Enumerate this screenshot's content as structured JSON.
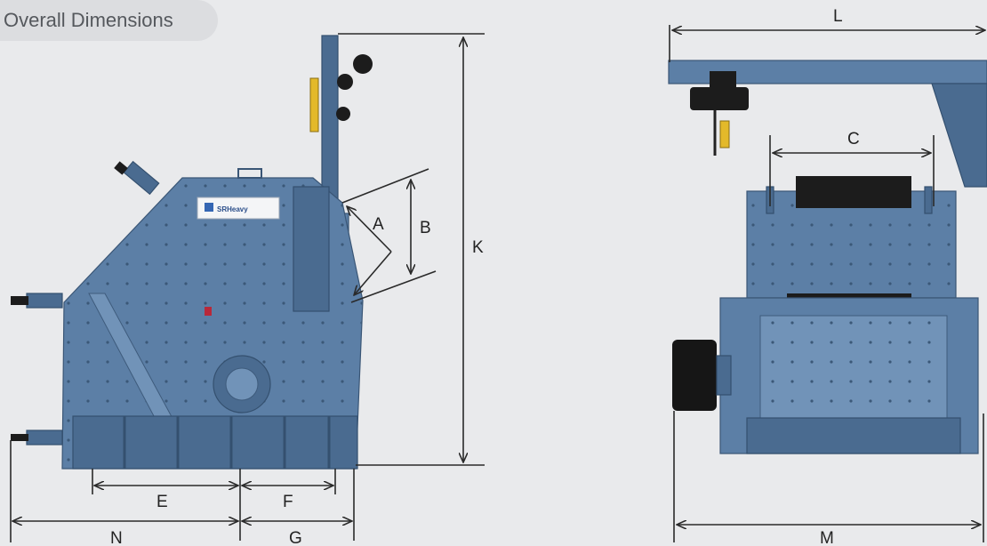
{
  "header": {
    "title": "Overall Dimensions"
  },
  "machine": {
    "brand_logo": "SRHeavy"
  },
  "dimensions": {
    "A": "A",
    "B": "B",
    "C": "C",
    "E": "E",
    "F": "F",
    "G": "G",
    "K": "K",
    "L": "L",
    "M": "M",
    "N": "N"
  },
  "colors": {
    "steel": "#5c7fa6",
    "background": "#e9eaec",
    "accent_yellow": "#e3b92a"
  }
}
